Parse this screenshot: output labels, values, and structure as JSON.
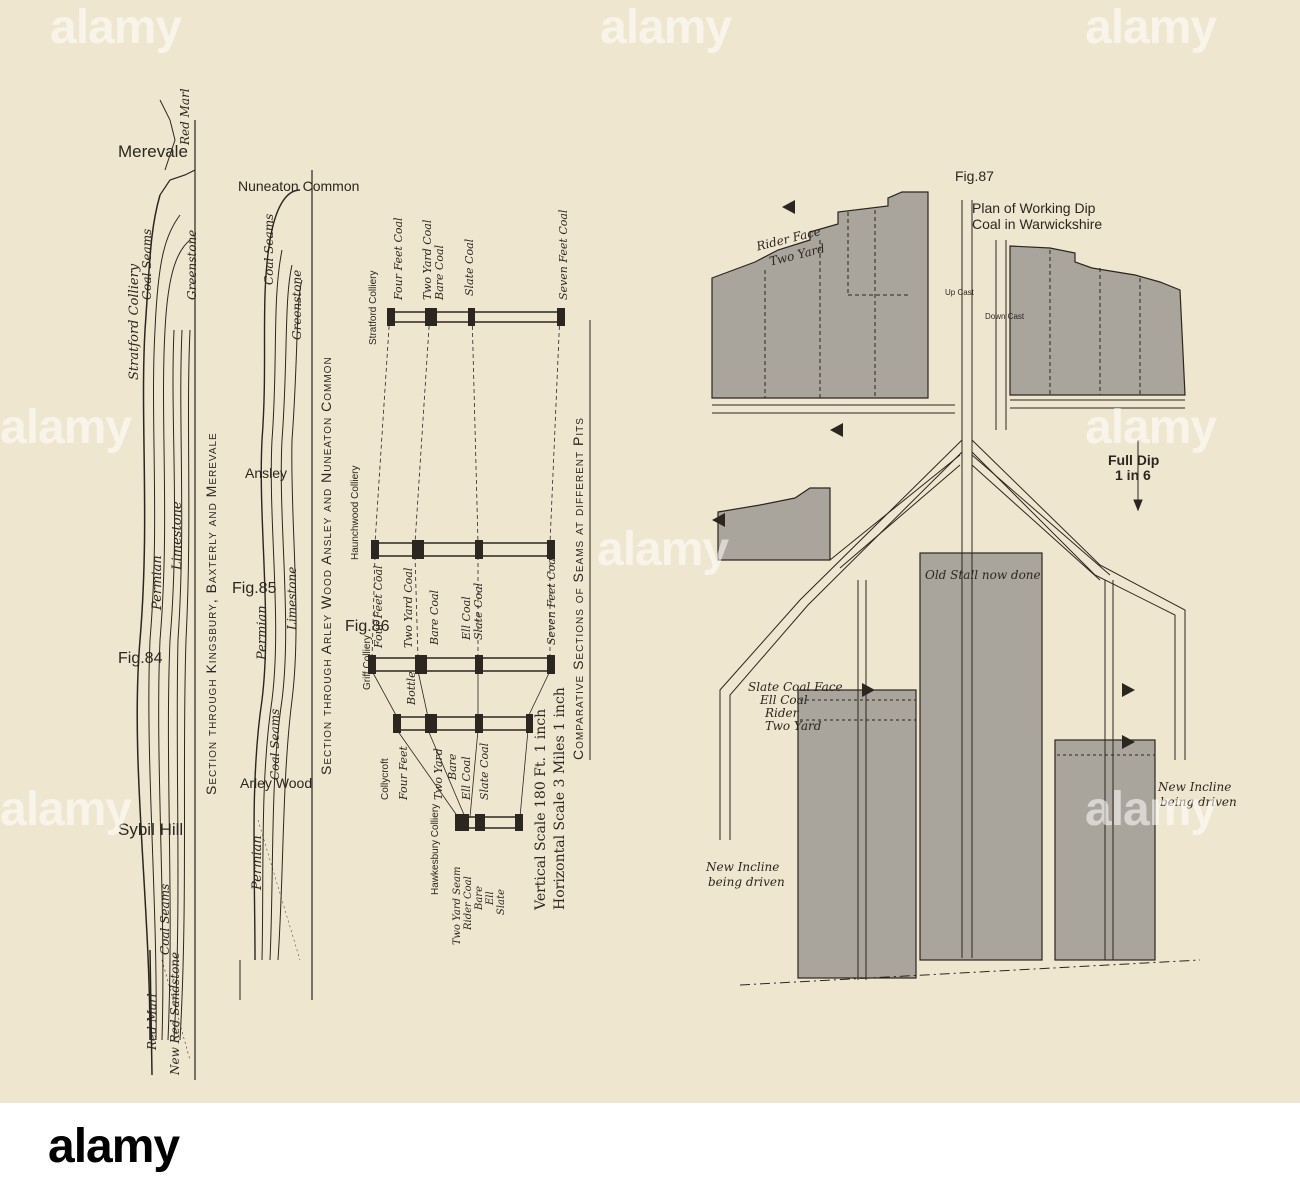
{
  "figures": {
    "fig84": {
      "number": "Fig.84",
      "caption": "Section through Kingsbury, Baxterly and Merevale",
      "places": [
        "Sybil Hill",
        "Stratford Colliery",
        "Merevale"
      ],
      "strata": [
        "Red Marl",
        "New Red Sandstone",
        "Coal Seams",
        "Permian",
        "Limestone",
        "Coal Seams",
        "Greenstone",
        "Red Marl"
      ]
    },
    "fig85": {
      "number": "Fig.85",
      "caption": "Section through Arley Wood Ansley and Nuneaton Common",
      "places": [
        "Arley Wood",
        "Ansley",
        "Nuneaton Common"
      ],
      "strata": [
        "Permian",
        "Coal Seams",
        "Permian",
        "Limestone",
        "Coal Seams",
        "Greenstone"
      ]
    },
    "fig86": {
      "number": "Fig.86",
      "caption": "Comparative Sections of Seams at different Pits",
      "collieries": [
        "Stratford Colliery",
        "Haunchwood Colliery",
        "Griff Colliery",
        "Collycroft",
        "Hawkesbury Colliery"
      ],
      "seams_stratford": [
        "Four Feet Coal",
        "Two Yard Coal",
        "Bare Coal",
        "Slate Coal",
        "Seven Feet Coal"
      ],
      "seams_griff": [
        "Four Feet Coal",
        "Two Yard Coal",
        "Bare Coal",
        "Ell Coal",
        "Slate Coal",
        "Seven Feet Coal"
      ],
      "seams_collycroft": [
        "Four Feet",
        "Two Yard",
        "Bare",
        "Ell Coal",
        "Slate Coal",
        "Bottle"
      ],
      "seams_hawkesbury": [
        "Two Yard Seam",
        "Rider Coal",
        "Bare",
        "Ell",
        "Slate"
      ],
      "scale": [
        "Vertical Scale 180 Ft. 1 inch",
        "Horizontal Scale 3 Miles 1 inch"
      ]
    },
    "fig87": {
      "number": "Fig.87",
      "title_line1": "Plan of Working Dip",
      "title_line2": "Coal in Warwickshire",
      "full_dip_line1": "Full Dip",
      "full_dip_line2": "1 in 6",
      "labels": {
        "rider_face": "Rider Face",
        "two_yard": "Two Yard",
        "up_cast": "Up Cast",
        "down_cast": "Down Cast",
        "old_stall": "Old Stall now done",
        "slate_coal_face": "Slate Coal Face",
        "ell_coal": "Ell Coal",
        "rider": "Rider",
        "two_yard_lower": "Two Yard",
        "new_incline_left_1": "New Incline",
        "new_incline_left_2": "being driven",
        "new_incline_right_1": "New Incline",
        "new_incline_right_2": "being driven"
      }
    }
  },
  "watermark": "alamy",
  "colors": {
    "paper": "#efe6cf",
    "ink": "#2b2620",
    "fill": "#aaa59c"
  }
}
